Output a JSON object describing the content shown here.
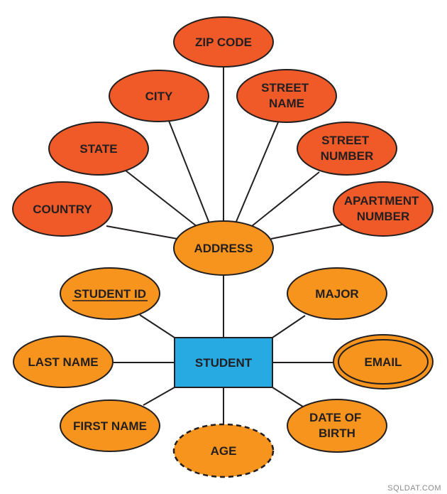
{
  "colors": {
    "address_attribute": "#f05a28",
    "student_attribute": "#f7941d",
    "entity": "#27aae1",
    "outline": "#231f20"
  },
  "entity": {
    "label": "STUDENT"
  },
  "composite": {
    "label": "ADDRESS"
  },
  "address_parts": {
    "zip": "ZIP CODE",
    "city": "CITY",
    "street_name": [
      "STREET",
      "NAME"
    ],
    "state": "STATE",
    "street_number": [
      "STREET",
      "NUMBER"
    ],
    "country": "COUNTRY",
    "apartment": [
      "APARTMENT",
      "NUMBER"
    ]
  },
  "student_attributes": {
    "student_id": "STUDENT ID",
    "major": "MAJOR",
    "last_name": "LAST NAME",
    "email": "EMAIL",
    "first_name": "FIRST NAME",
    "age": "AGE",
    "dob": [
      "DATE OF",
      "BIRTH"
    ]
  },
  "attribute_styles": {
    "student_id": "key (underlined)",
    "email": "multivalued (double outline)",
    "age": "derived (dashed outline)"
  },
  "watermark": "SQLDAT.COM"
}
